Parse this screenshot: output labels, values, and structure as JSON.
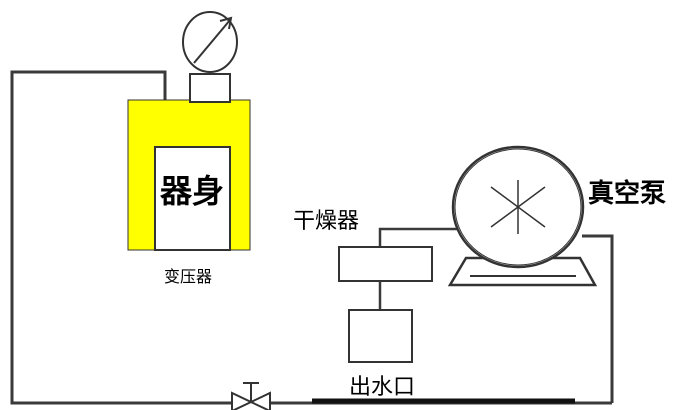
{
  "labels": {
    "core_body": "器身",
    "transformer": "变压器",
    "dryer": "干燥器",
    "vacuum_pump": "真空泵",
    "water_outlet": "出水口"
  },
  "colors": {
    "tank_fill": "#ffff00",
    "line": "#3a3a3a",
    "background": "#ffffff"
  },
  "icons": {
    "gauge": "pressure-gauge-icon",
    "valve": "valve-icon",
    "pump": "vacuum-pump-icon"
  }
}
